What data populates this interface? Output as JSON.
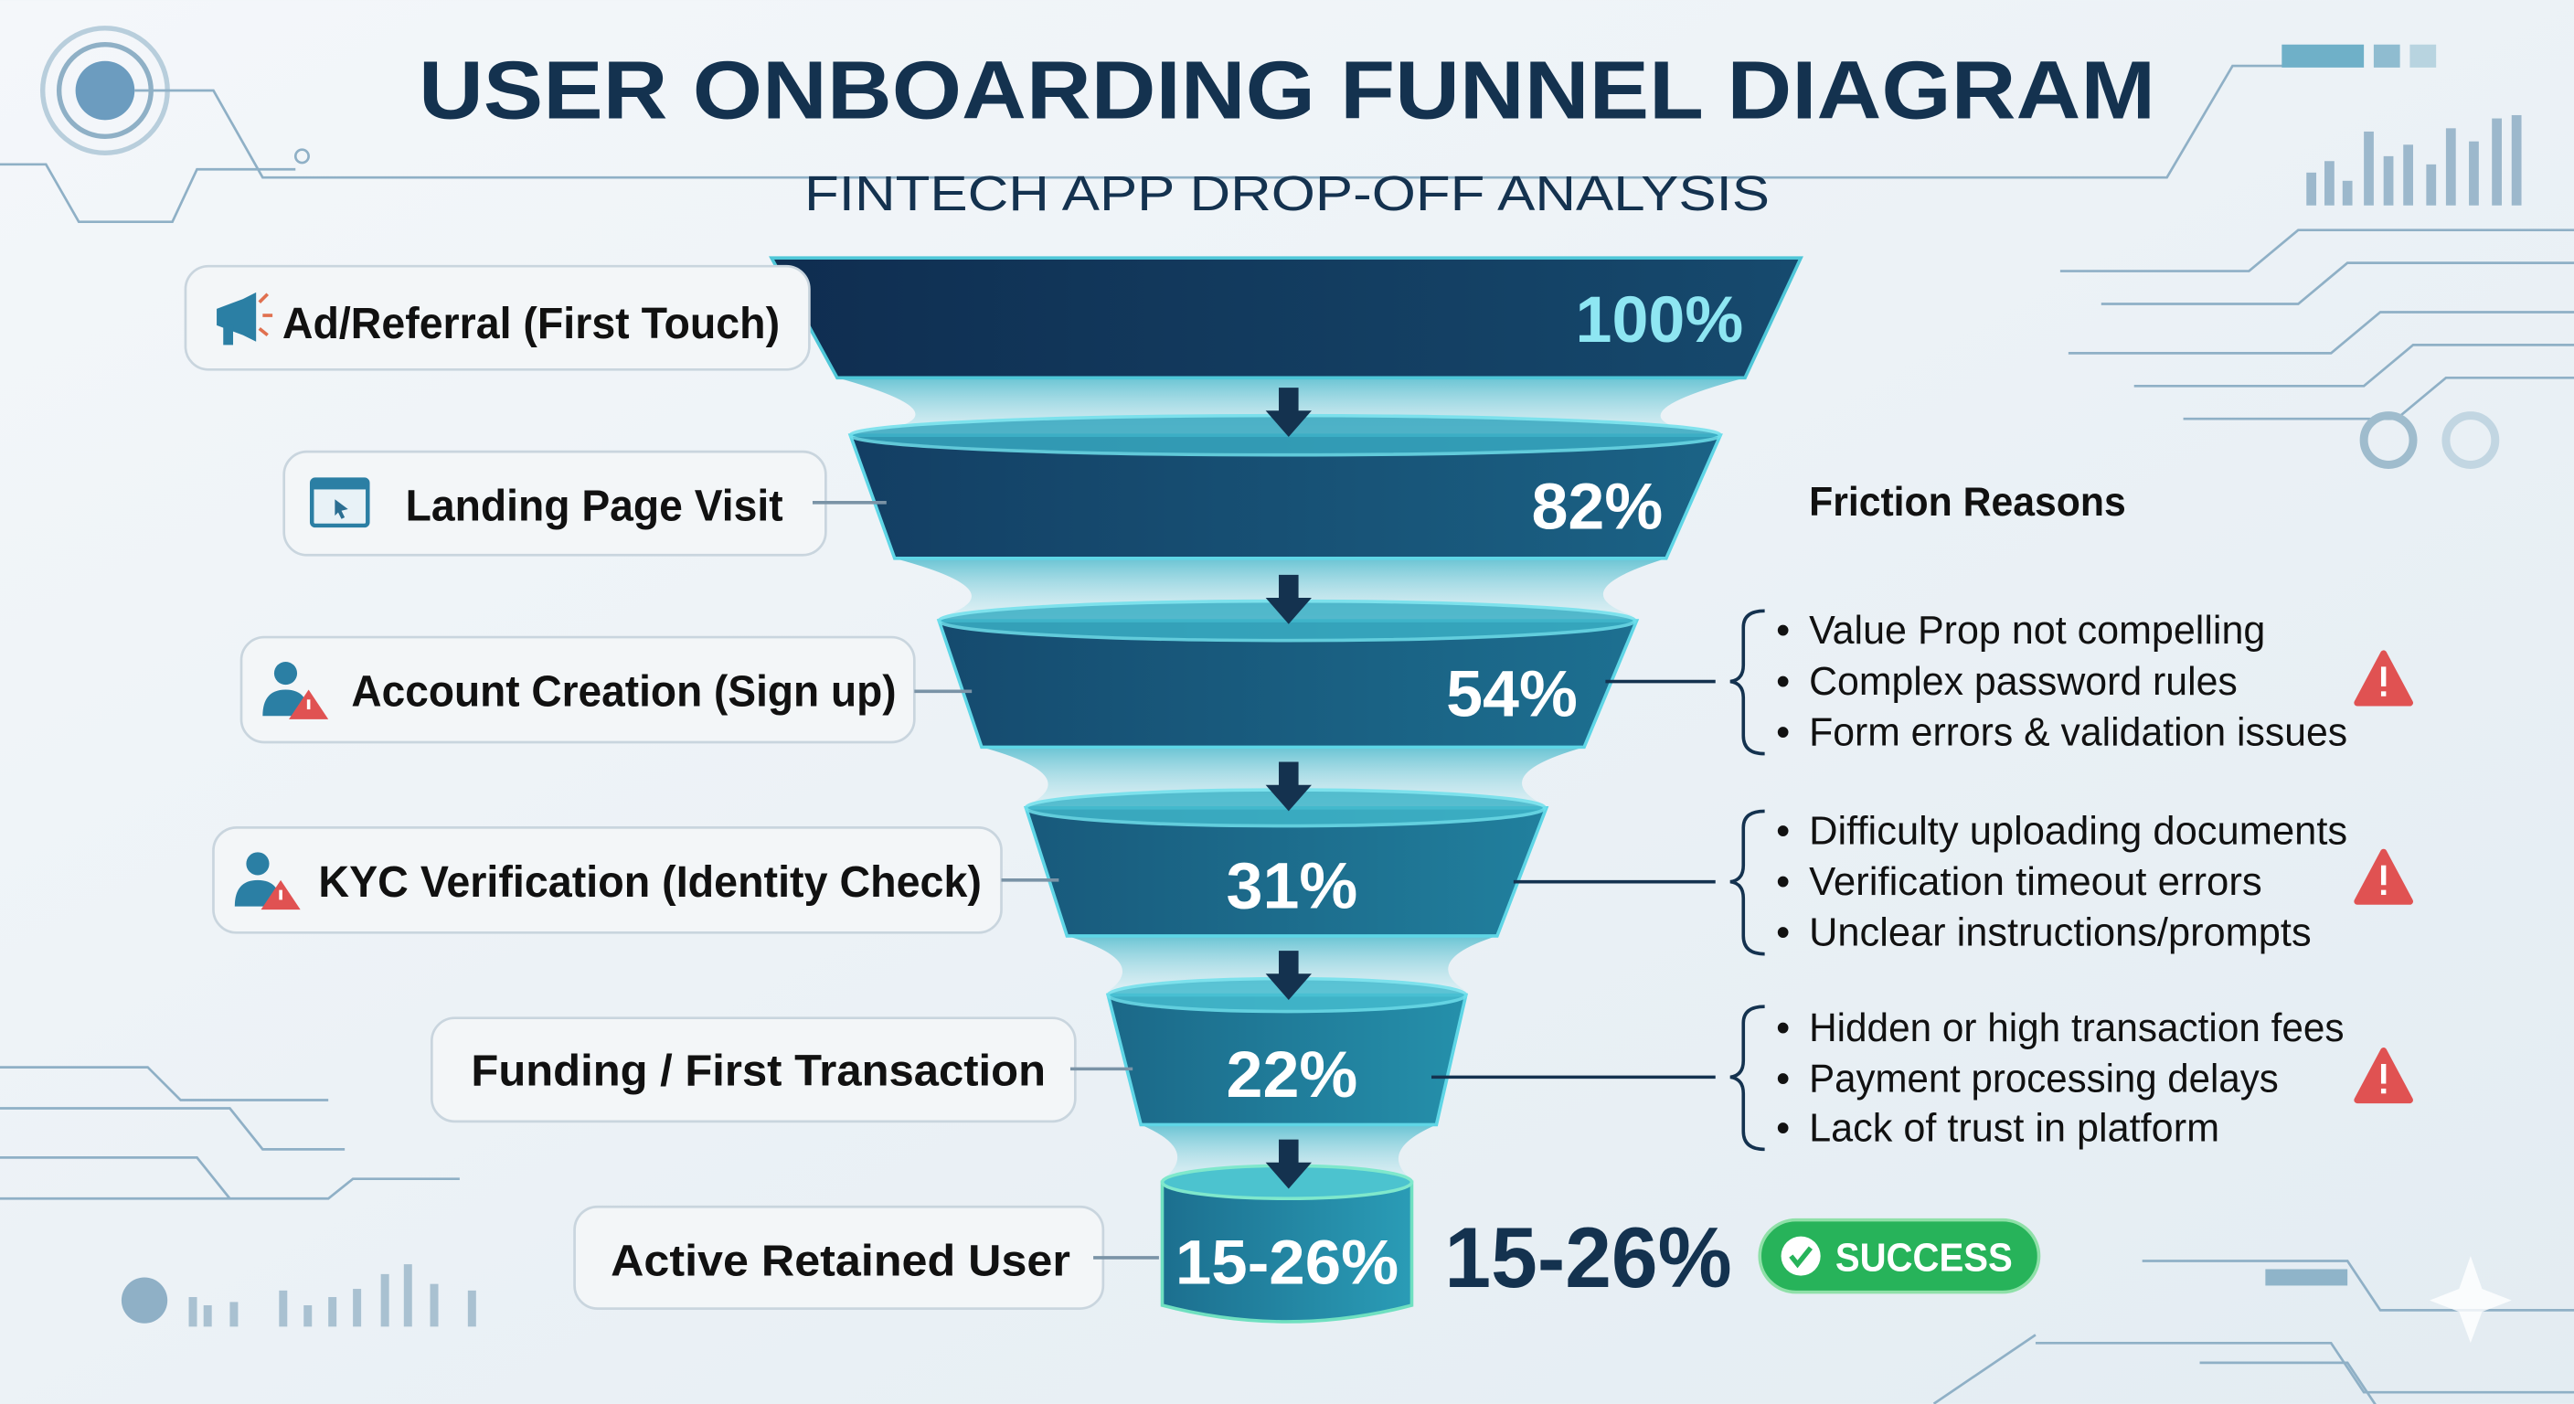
{
  "header": {
    "title": "USER ONBOARDING FUNNEL DIAGRAM",
    "subtitle": "FINTECH APP DROP-OFF ANALYSIS"
  },
  "stages": [
    {
      "label": "Ad/Referral (First Touch)",
      "value": "100%",
      "icon": "megaphone-icon"
    },
    {
      "label": "Landing Page Visit",
      "value": "82%",
      "icon": "browser-window-icon"
    },
    {
      "label": "Account Creation (Sign up)",
      "value": "54%",
      "icon": "user-warning-icon"
    },
    {
      "label": "KYC Verification (Identity Check)",
      "value": "31%",
      "icon": "user-warning-icon"
    },
    {
      "label": "Funding / First Transaction",
      "value": "22%"
    },
    {
      "label": "Active Retained User",
      "value": "15-26%"
    }
  ],
  "friction": {
    "heading": "Friction Reasons",
    "groups": [
      {
        "stage": "Account Creation (Sign up)",
        "items": [
          "Value Prop not compelling",
          "Complex password rules",
          "Form errors & validation issues"
        ],
        "icon": "warning-triangle-icon"
      },
      {
        "stage": "KYC Verification (Identity Check)",
        "items": [
          "Difficulty uploading documents",
          "Verification timeout errors",
          "Unclear instructions/prompts"
        ],
        "icon": "warning-triangle-icon"
      },
      {
        "stage": "Funding / First Transaction",
        "items": [
          "Hidden or high transaction fees",
          "Payment processing delays",
          "Lack of trust in platform"
        ],
        "icon": "warning-triangle-icon"
      }
    ]
  },
  "result": {
    "value": "15-26%",
    "badge": "SUCCESS",
    "badge_icon": "check-circle-icon"
  },
  "colors": {
    "navy": "#14324f",
    "teal": "#1f7f9a",
    "cyan_edge": "#5fd6e6",
    "warning": "#e05252",
    "success": "#27b35a"
  }
}
